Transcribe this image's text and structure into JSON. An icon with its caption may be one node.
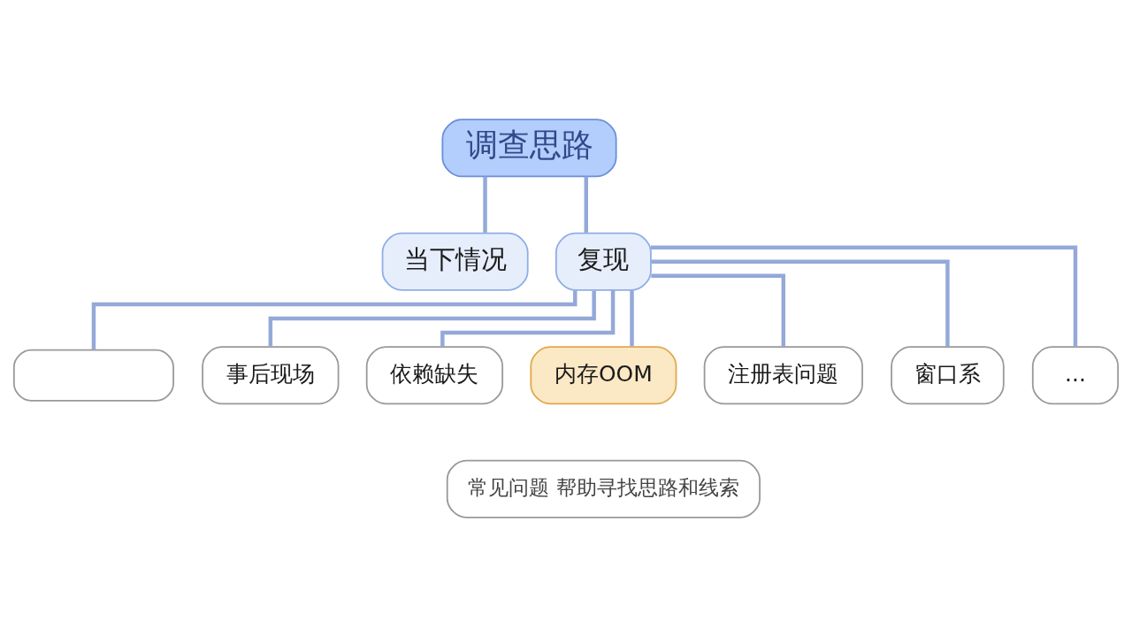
{
  "diagram": {
    "nodes": [
      {
        "text": [
          "调查思路"
        ]
      },
      {
        "text": [
          "当下情况"
        ]
      },
      {
        "text": [
          "复现"
        ]
      },
      {
        "text": [],
        "shape": "box"
      },
      {
        "text": [
          "事后现场"
        ]
      },
      {
        "text": [
          "依赖缺失"
        ]
      },
      {
        "text": [
          "内存OOM"
        ]
      },
      {
        "text": [
          "注册表问题"
        ]
      },
      {
        "text": [
          "窗口系"
        ]
      },
      {
        "text": [
          "..."
        ]
      },
      {
        "text": [
          "常见问题 帮助寻找思路和线索"
        ]
      }
    ],
    "edges": [
      {
        "from": 0,
        "to": 1,
        "arrow": "none"
      },
      {
        "from": 0,
        "to": 2,
        "arrow": "none"
      },
      {
        "from": 2,
        "to": 3,
        "arrow": "none"
      },
      {
        "from": 2,
        "to": 4,
        "arrow": "none"
      },
      {
        "from": 2,
        "to": 5,
        "arrow": "none"
      },
      {
        "from": 2,
        "to": 6,
        "arrow": "none"
      },
      {
        "from": 2,
        "to": 7,
        "arrow": "none"
      },
      {
        "from": 2,
        "to": 8,
        "arrow": "none"
      },
      {
        "from": 2,
        "to": 9,
        "arrow": "none"
      }
    ]
  }
}
